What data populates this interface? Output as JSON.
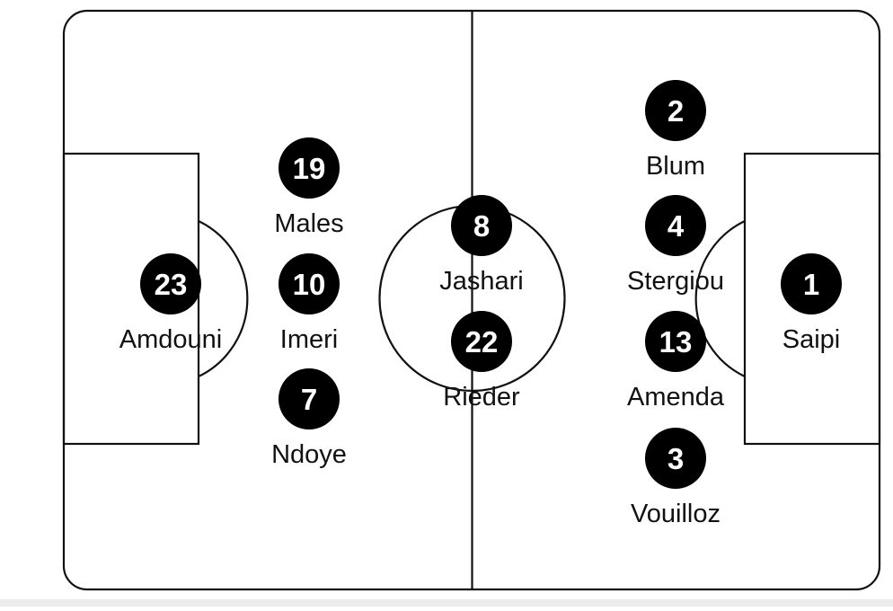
{
  "colors": {
    "pitch_background": "#ffffff",
    "pitch_lines": "#111111",
    "player_marker": "#000000",
    "marker_number": "#ffffff",
    "name_text": "#111111"
  },
  "formation": {
    "players": [
      {
        "number": "23",
        "name": "Amdouni"
      },
      {
        "number": "19",
        "name": "Males"
      },
      {
        "number": "10",
        "name": "Imeri"
      },
      {
        "number": "7",
        "name": "Ndoye"
      },
      {
        "number": "8",
        "name": "Jashari"
      },
      {
        "number": "22",
        "name": "Rieder"
      },
      {
        "number": "2",
        "name": "Blum"
      },
      {
        "number": "4",
        "name": "Stergiou"
      },
      {
        "number": "13",
        "name": "Amenda"
      },
      {
        "number": "3",
        "name": "Vouilloz"
      },
      {
        "number": "1",
        "name": "Saipi"
      }
    ]
  }
}
